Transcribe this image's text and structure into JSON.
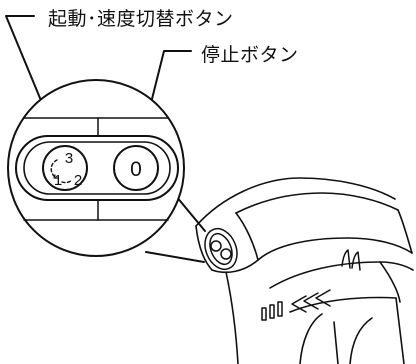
{
  "callouts": {
    "start_speed_button": "起動･速度切替ボタン",
    "stop_button": "停止ボタン"
  },
  "detail_view": {
    "left_button_digits": [
      "1",
      "2",
      "3"
    ],
    "stop_button_digit": "0"
  },
  "colors": {
    "line": "#111111",
    "background": "#ffffff"
  }
}
